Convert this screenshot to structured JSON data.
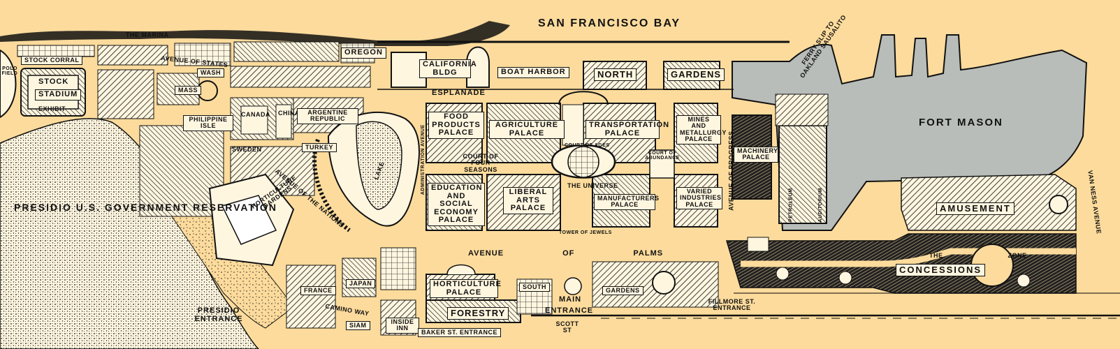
{
  "map": {
    "water": {
      "bay": "SAN FRANCISCO BAY",
      "harbor": "BOAT HARBOR",
      "ferry": "FERRY SLIP TO OAKLAND SAUSALITO",
      "lake": "LAKE"
    },
    "areas": {
      "presidio": "PRESIDIO U.S. GOVERNMENT RESERVATION",
      "fort_mason": "FORT MASON"
    },
    "streets": {
      "marina": "THE MARINA",
      "avenue_states": "AVENUE OF STATES",
      "esplanade": "ESPLANADE",
      "avenue_nations": "AVENUE OF THE NATIONS",
      "admin_avenue": "ADMINISTRATION AVENUE",
      "avenue_palms": "AVENUE OF PALMS",
      "avenue_progress": "AVENUE OF PROGRESS",
      "van_ness": "VAN NESS AVENUE",
      "the_zone": "THE ZONE",
      "scott": "SCOTT ST",
      "camino": "CAMINO WAY"
    },
    "palaces": {
      "food": "FOOD PRODUCTS PALACE",
      "agriculture": "AGRICULTURE PALACE",
      "transportation": "TRANSPORTATION PALACE",
      "mines": "MINES AND METALLURGY PALACE",
      "machinery": "MACHINERY PALACE",
      "education": "EDUCATION AND SOCIAL ECONOMY PALACE",
      "liberal_arts": "LIBERAL ARTS PALACE",
      "manufacturers": "MANUFACTURERS PALACE",
      "varied": "VARIED INDUSTRIES PALACE",
      "horticulture": "HORTICULTURE PALACE"
    },
    "courts": {
      "four_seasons": "COURT OF FOUR SEASONS",
      "universe": "THE UNIVERSE",
      "abundance": "COURT OF ABUNDANCE",
      "ages": "COURT OF AGES",
      "jewels": "TOWER OF JEWELS"
    },
    "buildings": {
      "north_gardens_1": "NORTH",
      "north_gardens_2": "GARDENS",
      "california": "CALIFORNIA BLDG",
      "stock_corral": "STOCK CORRAL",
      "stock_stadium": "STOCK",
      "stadium": "STADIUM",
      "exhibit": "EXHIBIT",
      "oregon": "OREGON",
      "wash": "WASH",
      "mass": "MASS",
      "philippine": "PHILIPPINE ISLE",
      "canada": "CANADA",
      "china": "CHINA",
      "argentine": "ARGENTINE REPUBLIC",
      "turkey": "TURKEY",
      "sweden": "SWEDEN",
      "horticulture_gardens": "HORTICULTURE GARDENS",
      "japan": "JAPAN",
      "siam": "SIAM",
      "france": "FRANCE",
      "inside_inn": "INSIDE INN",
      "forestry": "FORESTRY",
      "south_gardens": "SOUTH",
      "gardens": "GARDENS",
      "amusement": "AMUSEMENT",
      "concessions": "CONCESSIONS",
      "polo_field": "POLO FIELD",
      "auditorium": "AUDITORIUM",
      "petroleum": "PETROLEUM"
    },
    "entrances": {
      "presidio": "PRESIDIO ENTRANCE",
      "main_1": "MAIN",
      "main_2": "ENTRANCE",
      "fillmore": "FILLMORE ST. ENTRANCE",
      "baker": "BAKER ST. ENTRANCE"
    },
    "colors": {
      "background": "#fcdb9c",
      "water_gray": "#b9bdb9",
      "ink": "#111111",
      "paper": "#fff6e0"
    }
  }
}
